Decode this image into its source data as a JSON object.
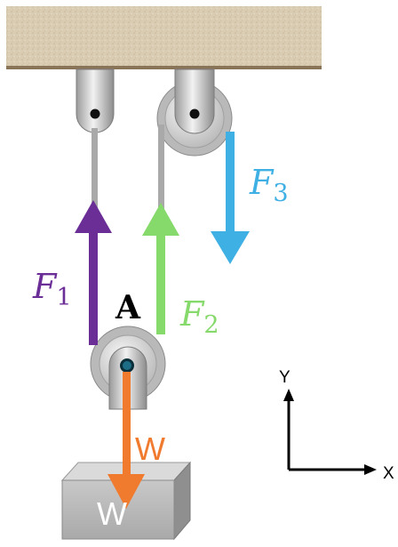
{
  "colors": {
    "ceiling": "#d9ccb3",
    "ceiling_edge": "#8a7458",
    "rope": "#a9a9a9",
    "f1": "#6b2d96",
    "f2": "#86d96b",
    "f3": "#3fb0e3",
    "weight_arrow": "#f07a2e",
    "axes": "#000000"
  },
  "labels": {
    "f1_symbol": "F",
    "f1_sub": "1",
    "f2_symbol": "F",
    "f2_sub": "2",
    "f3_symbol": "F",
    "f3_sub": "3",
    "point_a": "A",
    "w_arrow": "W",
    "w_block": "W",
    "axis_y": "Y",
    "axis_x": "X"
  }
}
